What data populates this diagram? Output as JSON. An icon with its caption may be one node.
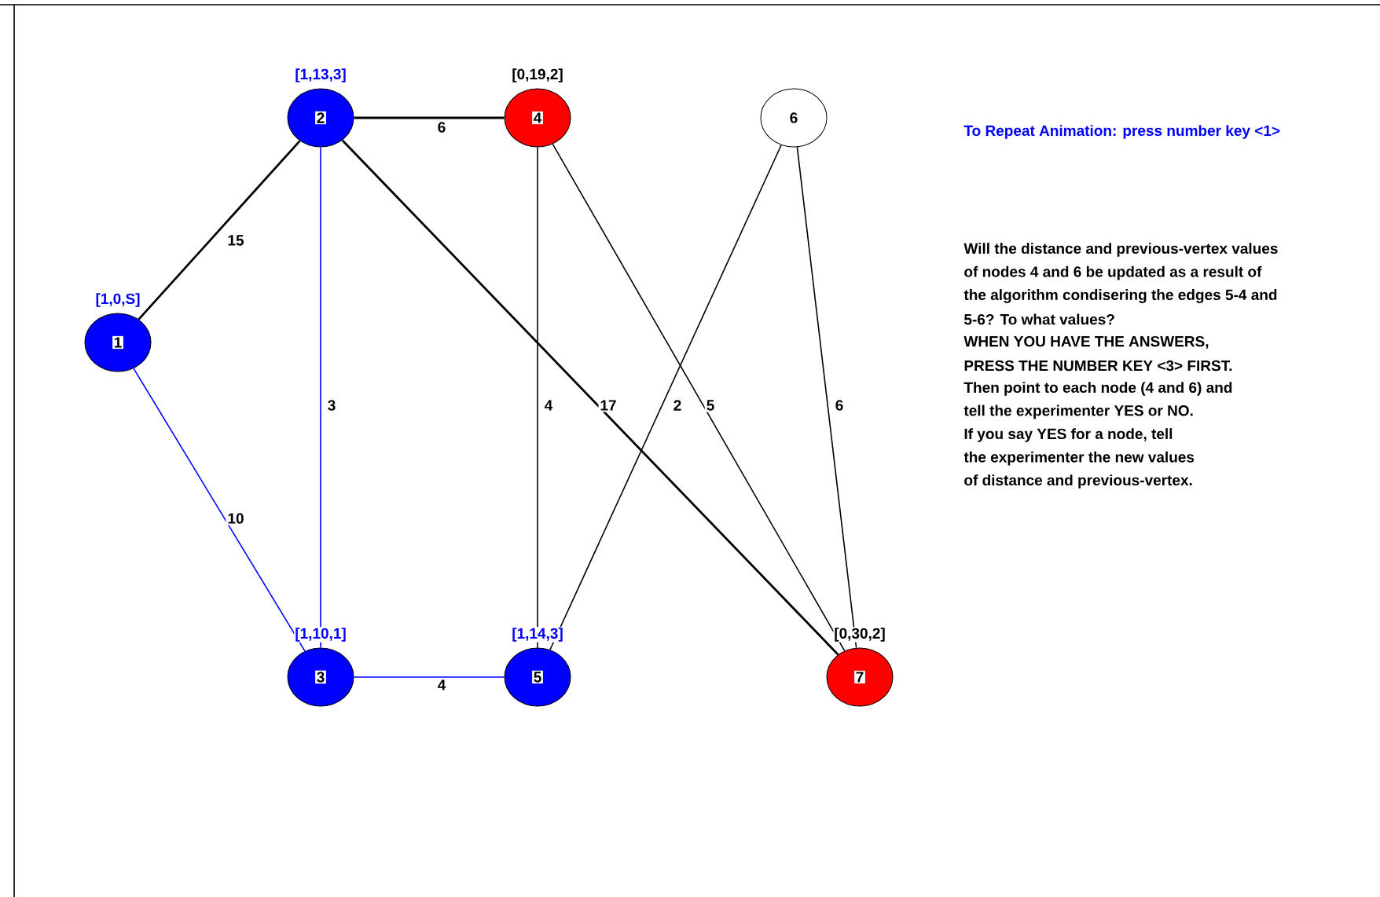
{
  "diagram": {
    "nodes": [
      {
        "text": [
          "1"
        ],
        "beside": [
          "[1,0,S]"
        ]
      },
      {
        "text": [
          "2"
        ],
        "beside": [
          "[1,13,3]"
        ]
      },
      {
        "text": [
          "3"
        ],
        "beside": [
          "[1,10,1]"
        ]
      },
      {
        "text": [
          "4"
        ],
        "beside": [
          "[0,19,2]"
        ]
      },
      {
        "text": [
          "5"
        ],
        "beside": [
          "[1,14,3]"
        ]
      },
      {
        "text": [
          "6"
        ]
      },
      {
        "text": [
          "7"
        ],
        "beside": [
          "[0,30,2]"
        ]
      }
    ],
    "edges": [
      {
        "from": 1,
        "to": 0,
        "arrow": "none",
        "label": "15"
      },
      {
        "from": 1,
        "to": 3,
        "arrow": "none",
        "label": "6"
      },
      {
        "from": 1,
        "to": 2,
        "arrow": "none",
        "label": "3",
        "color": "#0000ff"
      },
      {
        "from": 1,
        "to": 6,
        "arrow": "none",
        "label": "17"
      },
      {
        "from": 0,
        "to": 2,
        "arrow": "none",
        "label": "10",
        "color": "#0000ff"
      },
      {
        "from": 2,
        "to": 4,
        "arrow": "none",
        "label": "4",
        "color": "#0000ff"
      },
      {
        "from": 3,
        "to": 4,
        "arrow": "none",
        "label": "4"
      },
      {
        "from": 3,
        "to": 6,
        "arrow": "none",
        "label": "5"
      },
      {
        "from": 5,
        "to": 4,
        "arrow": "none",
        "label": "2"
      },
      {
        "from": 5,
        "to": 6,
        "arrow": "none",
        "label": "6"
      }
    ],
    "labels": [
      "To Repeat Animation: press number key <1>",
      "Will the distance and previous-vertex values",
      "of nodes 4 and 6 be updated as a result of",
      "the algorithm condisering the edges 5-4 and",
      "5-6? To what values?",
      "WHEN YOU HAVE THE ANSWERS,",
      "PRESS THE NUMBER KEY <3> FIRST.",
      "Then point to each node (4 and 6) and",
      "tell the experimenter YES or NO.",
      "If you say YES for a node, tell",
      "the experimenter the new values",
      "of distance and previous-vertex."
    ]
  }
}
